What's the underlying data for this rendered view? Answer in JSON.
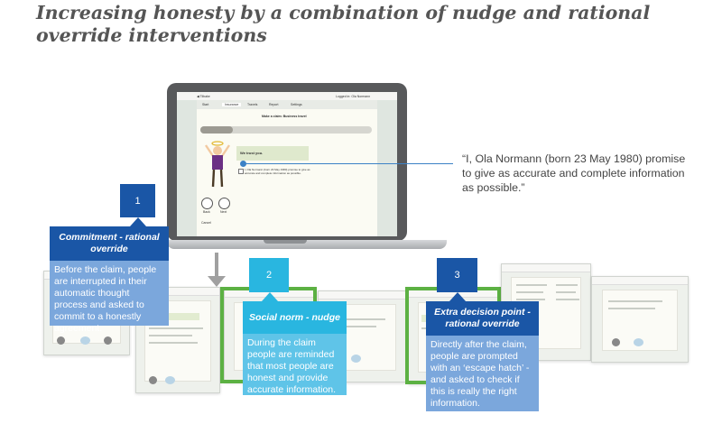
{
  "title": "Increasing honesty by a combination of nudge and rational override interventions",
  "laptop": {
    "nav_left": "◀ Tilbake",
    "nav_right": "Logged in: Ola Normann",
    "tabs": [
      "Start",
      "Insurance",
      "Travels",
      "Report",
      "Settings"
    ],
    "page_heading": "Make a claim: Business travel",
    "trust_text": "We trust you.",
    "commit_text": "I, Ola Normann (born 23 May 1980) promise to give as accurate and complete information as possible.",
    "back_label": "Back",
    "next_label": "Next",
    "cancel_label": "Cancel"
  },
  "quote": "“I, Ola Normann (born 23 May 1980) promise to give as accurate and complete information as possible.”",
  "callouts": [
    {
      "number": "1",
      "heading": "Commitment - rational override",
      "description": "Before the claim, people are interrupted in their automatic thought process and asked to commit to a honestly agreement."
    },
    {
      "number": "2",
      "heading": "Social norm - nudge",
      "description": "During the claim people are reminded that most people are honest and provide accurate information."
    },
    {
      "number": "3",
      "heading": "Extra decision point - rational override",
      "description": "Directly after the claim, people are prompted with an ‘escape hatch’ - and asked to check if this is really the right information."
    }
  ],
  "colors": {
    "dark_blue": "#1a56a6",
    "light_blue": "#7ba7dc",
    "cyan": "#29b6e0",
    "cyan_light": "#5fc4e8",
    "green_frame": "#5cb143",
    "title_gray": "#555555"
  }
}
